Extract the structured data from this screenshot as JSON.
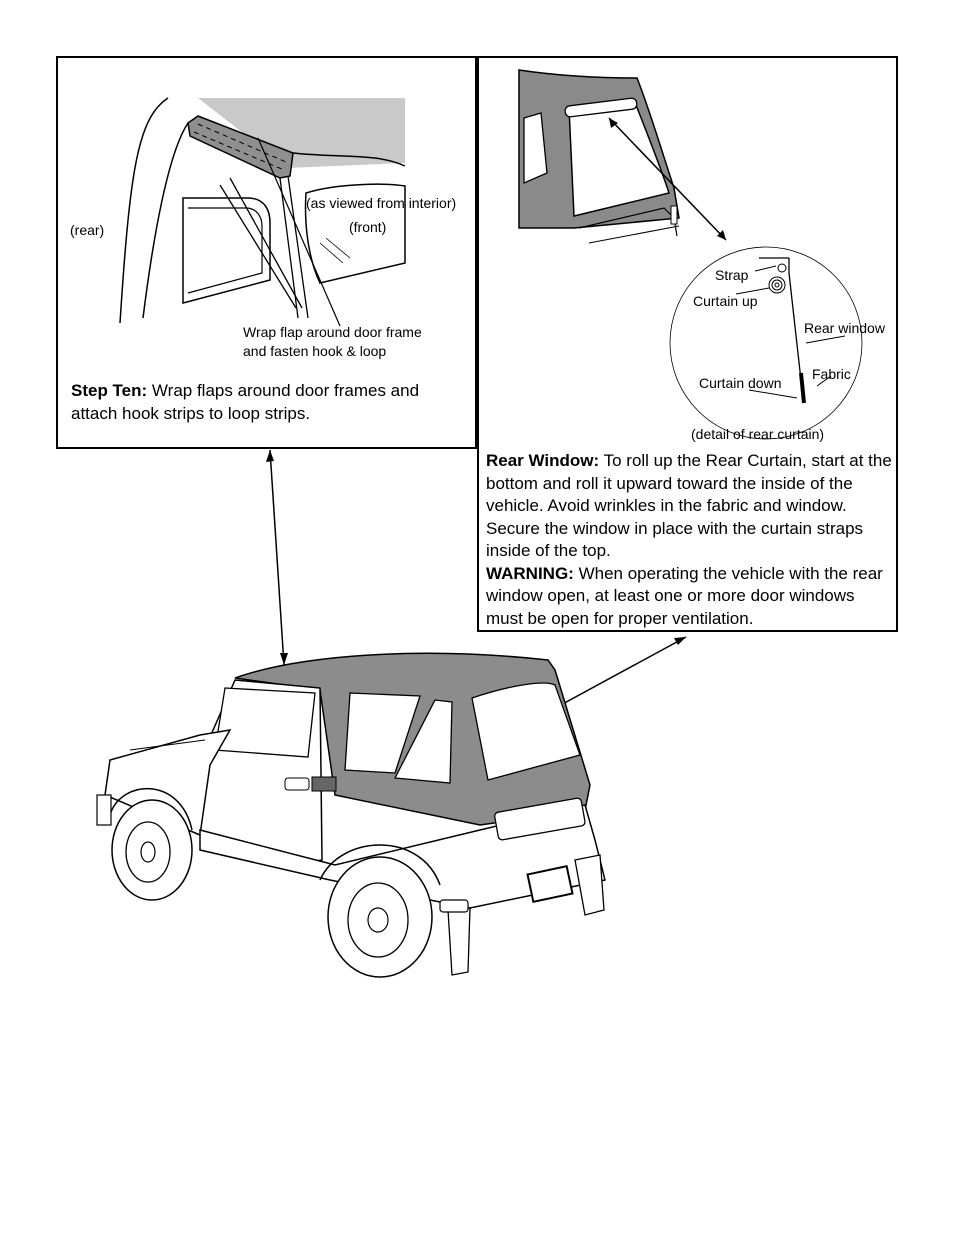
{
  "step_ten": {
    "labels": {
      "rear": "(rear)",
      "front": "(front)",
      "interior": "(as viewed from interior)",
      "wrap_line1": "Wrap flap around door frame",
      "wrap_line2": "and fasten hook & loop"
    },
    "heading": "Step Ten:",
    "text": "Wrap flaps around door frames and attach hook strips to loop strips."
  },
  "rear_window": {
    "labels": {
      "strap": "Strap",
      "curtain_up": "Curtain up",
      "rear_window": "Rear window",
      "fabric": "Fabric",
      "curtain_down": "Curtain down",
      "detail": "(detail of rear curtain)"
    },
    "heading": "Rear Window:",
    "text": "To roll up the Rear Curtain, start at the bottom and roll it upward toward the inside of the vehicle. Avoid wrinkles in the fabric and window. Secure the window in place with the curtain straps inside of the top.",
    "warning_heading": "WARNING:",
    "warning_text": "When operating the vehicle with the rear window open, at least one or more door windows must be open for proper ventilation."
  },
  "colors": {
    "fabric": "#8a8a8a",
    "roof_light": "#c9c9c9",
    "line": "#000000"
  },
  "icons": [
    "door-frame-illustration",
    "rear-window-illustration",
    "curtain-detail-illustration",
    "vehicle-illustration"
  ]
}
